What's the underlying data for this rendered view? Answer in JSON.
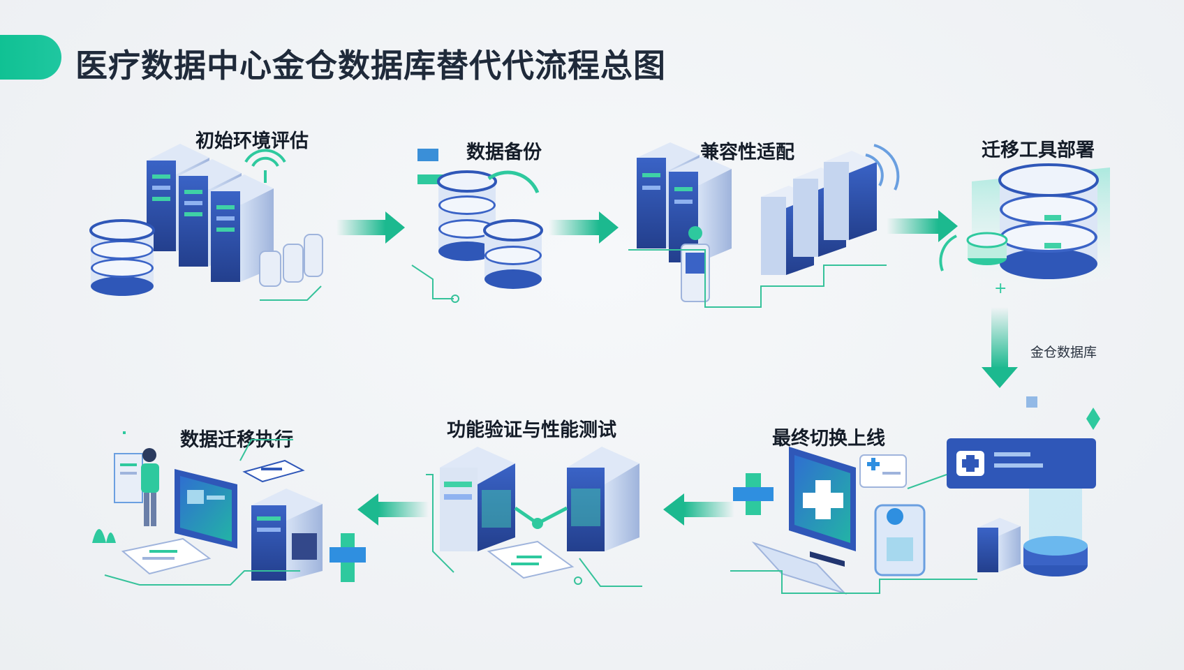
{
  "title": "医疗数据中心金仓数据库替代代流程总图",
  "steps": [
    {
      "label": "初始环境评估"
    },
    {
      "label": "数据备份"
    },
    {
      "label": "兼容性适配"
    },
    {
      "label": "迁移工具部署"
    },
    {
      "label": "数据迁移执行"
    },
    {
      "label": "功能验证与性能测试"
    },
    {
      "label": "最终切换上线"
    }
  ],
  "side_note": "金仓数据库",
  "colors": {
    "accent": "#0bbf8f",
    "arrow": "#1cb98f",
    "server_blue": "#2f57b8",
    "server_dark": "#21356f",
    "line_green": "#35c29a",
    "title": "#1f2a3a"
  }
}
